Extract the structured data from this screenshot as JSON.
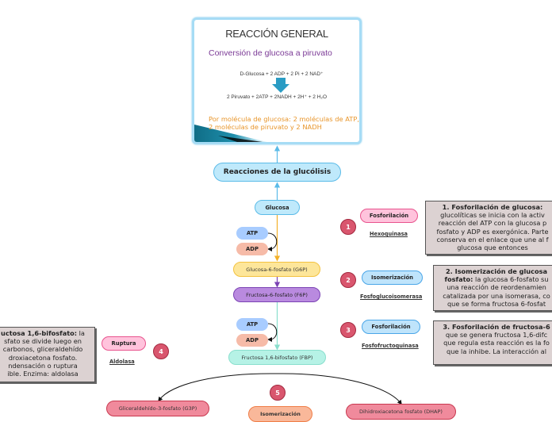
{
  "header_slide": {
    "title": "REACCIÓN GENERAL",
    "subtitle": "Conversión de glucosa a piruvato",
    "equation_reactants": "D-Glucosa + 2 ADP + 2 Pi + 2 NAD⁺",
    "equation_products": "2 Piruvato + 2ATP + 2NADH + 2H⁺ + 2 H₂O",
    "note": "Por molécula de glucosa: 2 moléculas de ATP, 2 moléculas de piruvato y 2 NADH",
    "colors": {
      "subtitle": "#7b3a96",
      "note": "#e8952a",
      "arrow": "#2a9cc4"
    }
  },
  "central_topic": "Reacciones de la glucólisis",
  "pathway": {
    "glucosa": "Glucosa",
    "step1_atp": "ATP",
    "step1_adp": "ADP",
    "g6p": "Glucosa-6-fosfato (G6P)",
    "f6p": "Fructosa-6-fosfato (F6P)",
    "step3_atp": "ATP",
    "step3_adp": "ADP",
    "fbp": "Fructosa 1,6-bifosfato (FBP)",
    "g3p": "Gliceraldehído-3-fosfato (G3P)",
    "dhap": "Dihidroxiacetona fosfato (DHAP)",
    "step5_label": "Isomerización"
  },
  "steps": [
    {
      "number": "1",
      "label": "Fosforilación",
      "enzyme": "Hexoquinasa",
      "description_title": "1. Fosforilación de glucosa:",
      "description_lines": [
        "glucolíticas se inicia con la activ",
        "reacción del ATP con la glucosa p",
        "fosfato y ADP es exergónica. Parte",
        "conserva en el enlace que une al f",
        "glucosa que entonces"
      ]
    },
    {
      "number": "2",
      "label": "Isomerización",
      "enzyme": "Fosfoglucoisomerasa",
      "description_title": "2. Isomerización de glucosa",
      "description_title2": "fosfato:",
      "description_lines": [
        " la glucosa 6-fosfato su",
        "una reacción de reordenamien",
        "catalizada por una isomerasa, co",
        "que se forma fructosa 6-fosfat"
      ]
    },
    {
      "number": "3",
      "label": "Fosforilación",
      "enzyme": "Fosfofructoquinasa",
      "description_title": "3. Fosforilación de fructosa-6",
      "description_lines": [
        "que se genera fructosa 1,6-difc",
        "que regula esta reacción es la fo",
        "que la inhibe. La interacción al"
      ]
    },
    {
      "number": "4",
      "label": "Ruptura",
      "enzyme": "Aldolasa",
      "description_title": "uctosa 1,6-bifosfato:",
      "description_title_tail": " la",
      "description_lines": [
        "sfato se divide luego en",
        "carbonos, gliceraldehído",
        "droxiacetona fosfato.",
        "ndensación o ruptura",
        "ible. Enzima: aldolasa"
      ]
    },
    {
      "number": "5"
    }
  ]
}
